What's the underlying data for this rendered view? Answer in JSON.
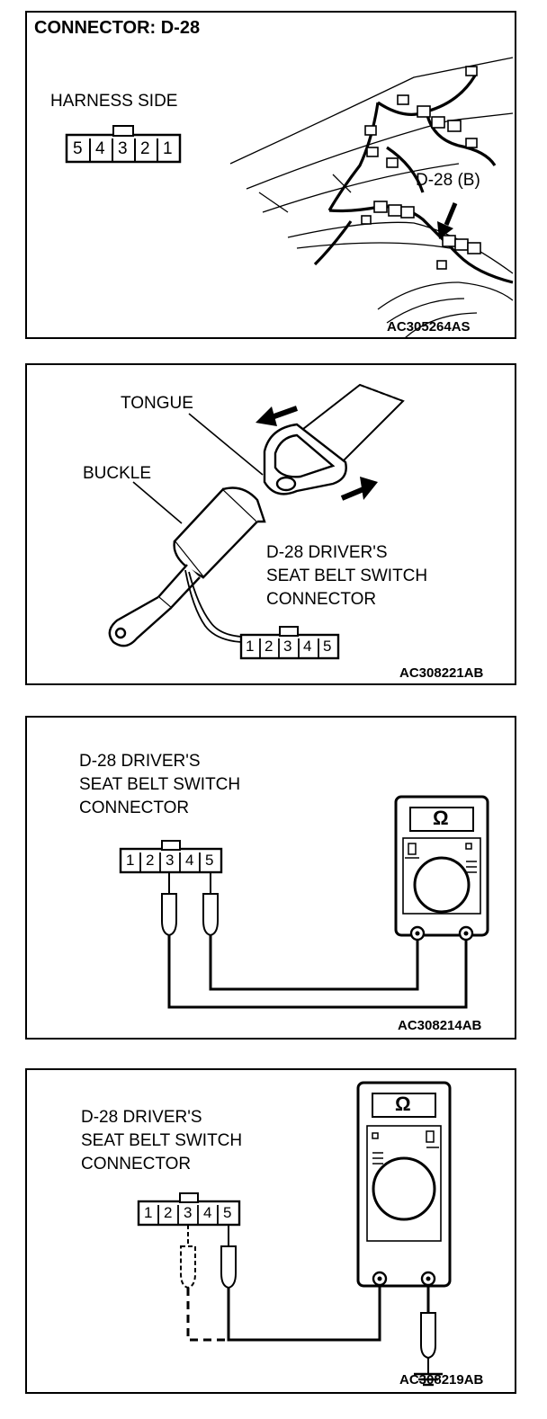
{
  "panel1": {
    "title": "CONNECTOR: D-28",
    "harness_label": "HARNESS SIDE",
    "pins": [
      "5",
      "4",
      "3",
      "2",
      "1"
    ],
    "callout": "D-28 (B)",
    "code": "AC305264AS"
  },
  "panel2": {
    "tongue_label": "TONGUE",
    "buckle_label": "BUCKLE",
    "connector_lines": [
      "D-28 DRIVER'S",
      "SEAT BELT SWITCH",
      "CONNECTOR"
    ],
    "pins": [
      "1",
      "2",
      "3",
      "4",
      "5"
    ],
    "code": "AC308221AB"
  },
  "panel3": {
    "connector_lines": [
      "D-28 DRIVER'S",
      "SEAT BELT SWITCH",
      "CONNECTOR"
    ],
    "pins": [
      "1",
      "2",
      "3",
      "4",
      "5"
    ],
    "meter_symbol": "Ω",
    "code": "AC308214AB"
  },
  "panel4": {
    "connector_lines": [
      "D-28 DRIVER'S",
      "SEAT BELT SWITCH",
      "CONNECTOR"
    ],
    "pins": [
      "1",
      "2",
      "3",
      "4",
      "5"
    ],
    "meter_symbol": "Ω",
    "code": "AC308219AB"
  }
}
